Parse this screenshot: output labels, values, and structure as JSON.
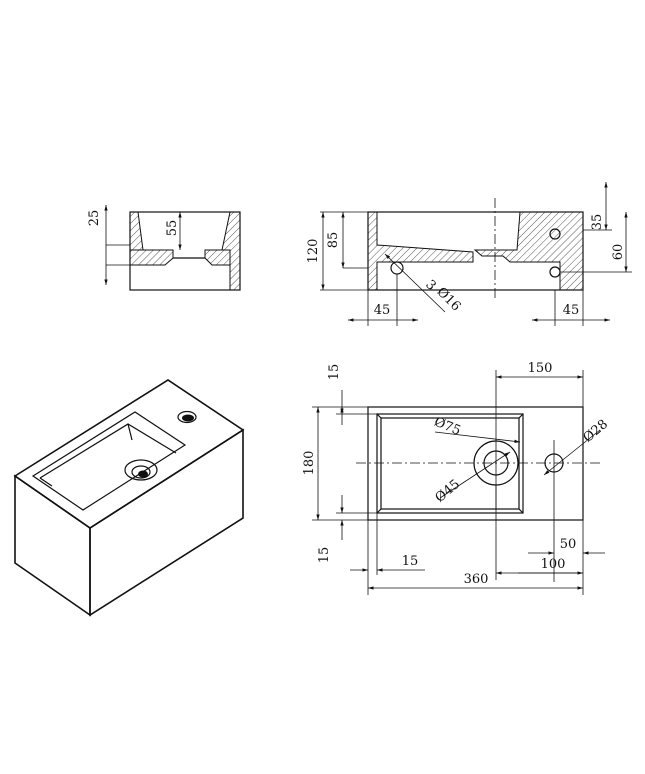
{
  "dims": {
    "side_25": "25",
    "side_55": "55",
    "front_120": "120",
    "front_85": "85",
    "front_35": "35",
    "front_60": "60",
    "front_45_left": "45",
    "front_45_right": "45",
    "front_3": "3",
    "front_d16": "Ø16",
    "plan_15_top": "15",
    "plan_150": "150",
    "plan_180": "180",
    "plan_d75": "Ø75",
    "plan_d28": "Ø28",
    "plan_d45": "Ø45",
    "plan_15_bottom": "15",
    "plan_15_horiz": "15",
    "plan_50": "50",
    "plan_100": "100",
    "plan_360": "360"
  }
}
